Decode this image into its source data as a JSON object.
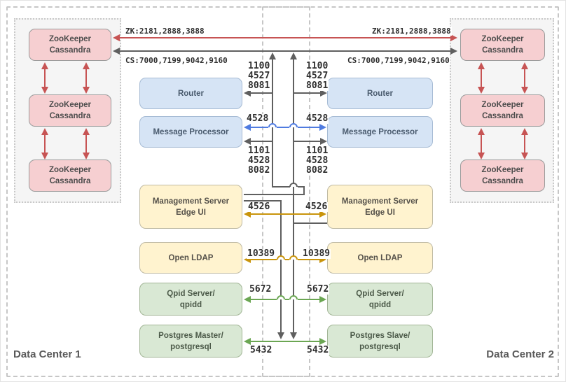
{
  "dc1": {
    "label": "Data Center 1",
    "nodes": [
      "ZooKeeper\nCassandra",
      "ZooKeeper\nCassandra",
      "ZooKeeper\nCassandra"
    ]
  },
  "dc2": {
    "label": "Data Center 2",
    "nodes": [
      "ZooKeeper\nCassandra",
      "ZooKeeper\nCassandra",
      "ZooKeeper\nCassandra"
    ]
  },
  "buses": {
    "zk_label_left": "ZK:2181,2888,3888",
    "zk_label_right": "ZK:2181,2888,3888",
    "cs_label_left": "CS:7000,7199,9042,9160",
    "cs_label_right": "CS:7000,7199,9042,9160"
  },
  "components": {
    "left": [
      "Router",
      "Message Processor",
      "Management Server\nEdge UI",
      "Open LDAP",
      "Qpid Server/\nqpidd",
      "Postgres Master/\npostgresql"
    ],
    "right": [
      "Router",
      "Message Processor",
      "Management Server\nEdge UI",
      "Open LDAP",
      "Qpid Server/\nqpidd",
      "Postgres Slave/\npostgresql"
    ]
  },
  "ports": {
    "router_left": "1100\n4527\n8081",
    "router_right": "1100\n4527\n8081",
    "mp_blue_left": "4528",
    "mp_blue_right": "4528",
    "mp_mgmt_left": "1101\n4528\n8082",
    "mp_mgmt_right": "1101\n4528\n8082",
    "mgmt_left": "4526",
    "mgmt_right": "4526",
    "ldap_left": "10389",
    "ldap_right": "10389",
    "qpid_left": "5672",
    "qpid_right": "5672",
    "postgres_left": "5432",
    "postgres_right": "5432"
  },
  "colors": {
    "node_fill": "#f6cfd1",
    "gateway_fill": "#d6e4f5",
    "mgmt_fill": "#fff3cf",
    "db_fill": "#d9e8d4",
    "red_line": "#c75454",
    "dark_line": "#5f5f5f",
    "blue_line": "#4f7be0",
    "gold_line": "#c9940b",
    "green_line": "#6ba653"
  }
}
